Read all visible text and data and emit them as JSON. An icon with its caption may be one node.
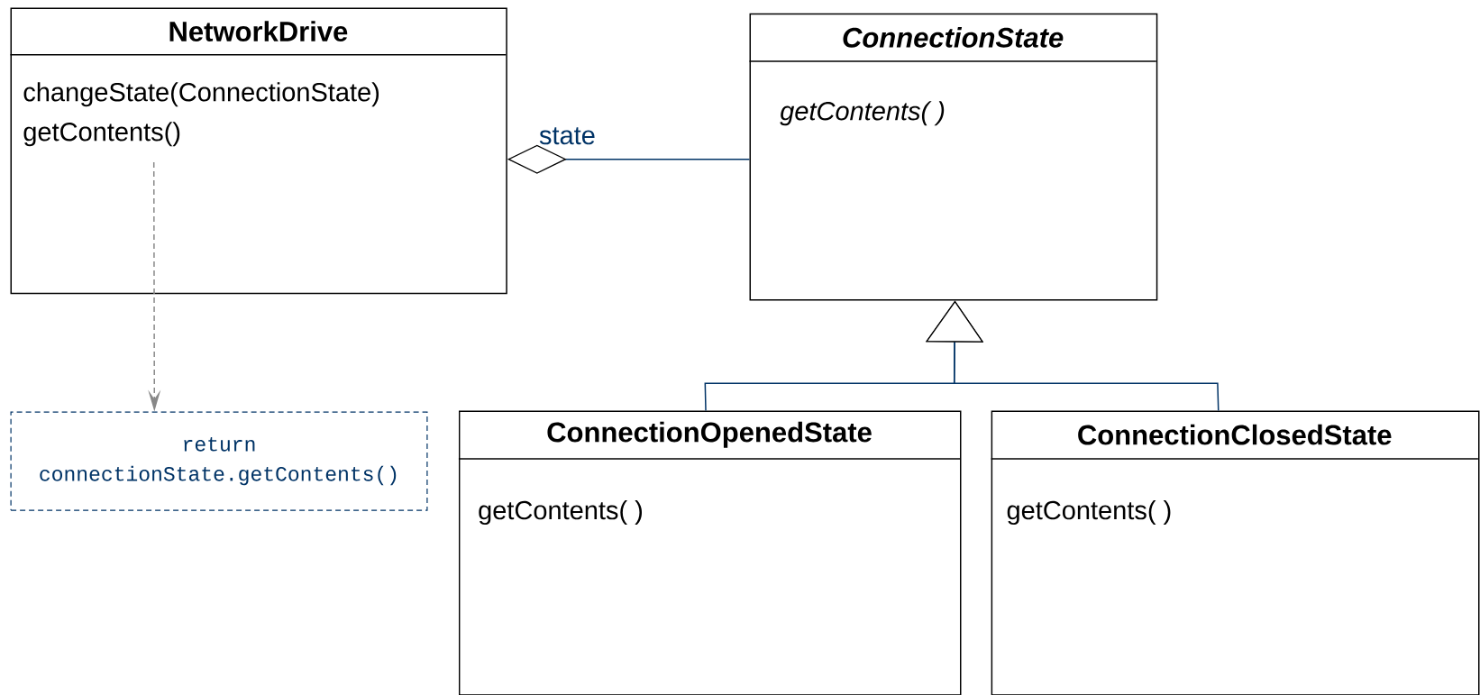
{
  "diagram": {
    "nodes": [
      {
        "text": [
          "NetworkDrive",
          "changeState(ConnectionState)",
          "getContents()"
        ]
      },
      {
        "text": [
          "ConnectionState",
          "getContents( )"
        ]
      },
      {
        "text": [
          "ConnectionOpenedState",
          "getContents( )"
        ]
      },
      {
        "text": [
          "ConnectionClosedState",
          "getContents( )"
        ]
      },
      {
        "text": [
          "return connectionState.getContents()"
        ]
      }
    ],
    "edges": [
      {
        "from": 1,
        "to": 0,
        "arrow": "other",
        "label": "state"
      },
      {
        "from": 2,
        "to": 1,
        "arrow": "to"
      },
      {
        "from": 3,
        "to": 1,
        "arrow": "to"
      },
      {
        "from": 0,
        "to": 4,
        "arrow": "to",
        "style": "dashed",
        "color": "#888888"
      }
    ]
  }
}
